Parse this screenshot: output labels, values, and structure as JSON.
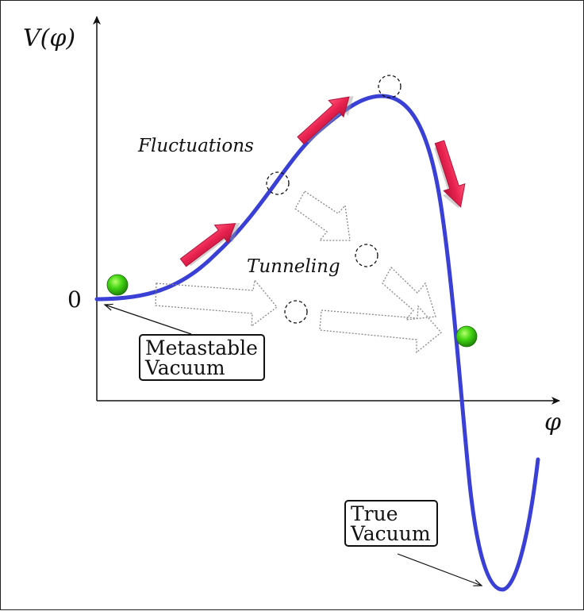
{
  "axes": {
    "y_label": "V(φ)",
    "x_label": "φ",
    "zero_label": "0"
  },
  "annotations": {
    "fluctuations": "Fluctuations",
    "tunneling": "Tunneling"
  },
  "boxes": {
    "metastable": [
      "Metastable",
      "Vacuum"
    ],
    "true_vacuum": [
      "True",
      "Vacuum"
    ]
  },
  "colors": {
    "curve": "#3a3fd6",
    "ball": "#33cc11",
    "arrow": "#e8224f",
    "axis": "#111111"
  }
}
